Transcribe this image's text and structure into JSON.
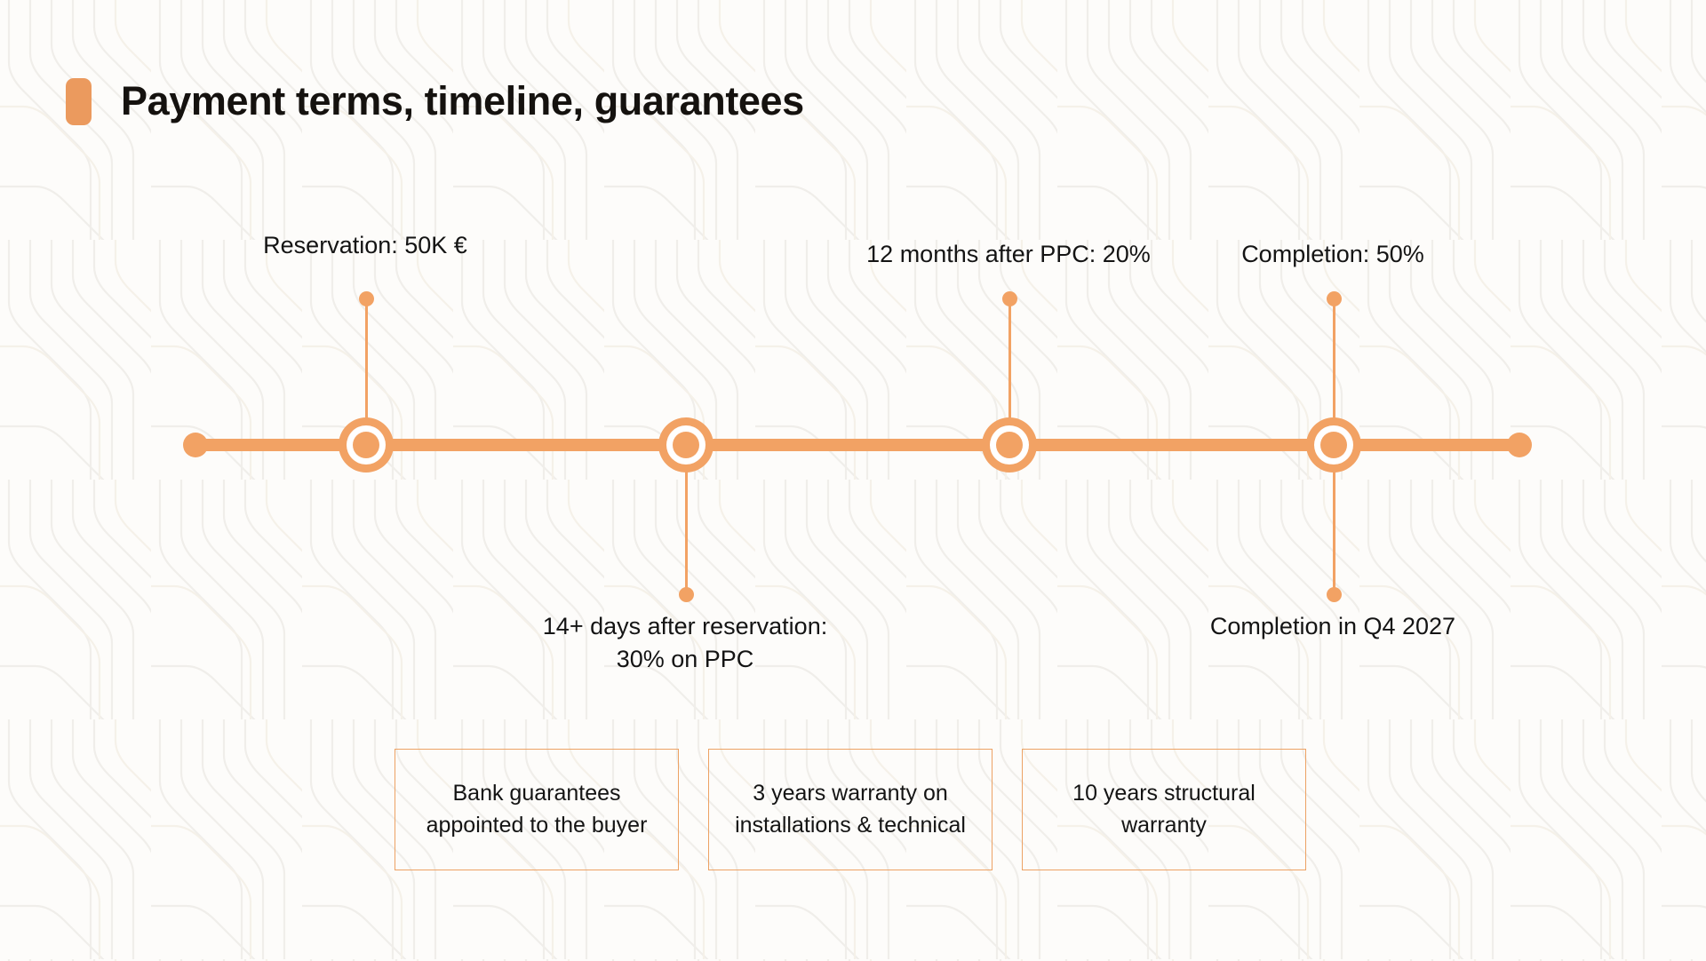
{
  "slide": {
    "title": "Payment terms, timeline, guarantees",
    "background_color": "#fdfcfa",
    "accent_color": "#eb9a5e",
    "line_color": "#f2a264",
    "text_color": "#141414"
  },
  "timeline": {
    "milestones": [
      {
        "id": "reservation",
        "label_lines": [
          "Reservation: 50K €"
        ],
        "label_position": "above",
        "amount": "50K €"
      },
      {
        "id": "ppc-payment",
        "label_lines": [
          "14+ days after reservation:",
          "30% on PPC"
        ],
        "label_position": "below",
        "amount": "30%"
      },
      {
        "id": "12-months-after-ppc",
        "label_lines": [
          "12 months after PPC: 20%"
        ],
        "label_position": "above",
        "amount": "20%"
      },
      {
        "id": "completion-payment",
        "label_lines": [
          "Completion: 50%"
        ],
        "label_position": "above",
        "amount": "50%"
      },
      {
        "id": "completion-date",
        "label_lines": [
          "Completion in Q4 2027"
        ],
        "label_position": "below",
        "amount": "Q4 2027"
      }
    ]
  },
  "guarantees": {
    "boxes": [
      {
        "id": "bank-guarantees",
        "lines": [
          "Bank guarantees",
          "appointed to the",
          "buyer"
        ]
      },
      {
        "id": "installations-warranty",
        "lines": [
          "3 years warranty on",
          "installations &",
          "technical"
        ]
      },
      {
        "id": "structural-warranty",
        "lines": [
          "10 years structural",
          "warranty"
        ]
      }
    ]
  }
}
